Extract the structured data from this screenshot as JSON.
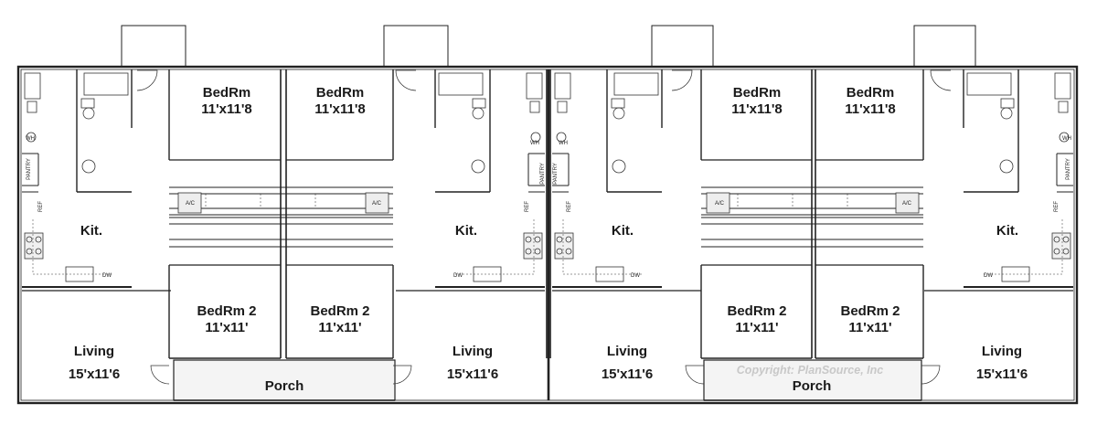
{
  "plan": {
    "rooms": {
      "bedrooms": [
        {
          "name": "BedRm",
          "size": "11'x11'8"
        },
        {
          "name": "BedRm",
          "size": "11'x11'8"
        },
        {
          "name": "BedRm",
          "size": "11'x11'8"
        },
        {
          "name": "BedRm",
          "size": "11'x11'8"
        }
      ],
      "bedrooms2": [
        {
          "name": "BedRm 2",
          "size": "11'x11'"
        },
        {
          "name": "BedRm 2",
          "size": "11'x11'"
        },
        {
          "name": "BedRm 2",
          "size": "11'x11'"
        },
        {
          "name": "BedRm 2",
          "size": "11'x11'"
        }
      ],
      "kitchens": [
        "Kit.",
        "Kit.",
        "Kit.",
        "Kit."
      ],
      "living": [
        {
          "name": "Living",
          "size": "15'x11'6"
        },
        {
          "name": "Living",
          "size": "15'x11'6"
        },
        {
          "name": "Living",
          "size": "15'x11'6"
        },
        {
          "name": "Living",
          "size": "15'x11'6"
        }
      ],
      "porches": [
        "Porch",
        "Porch"
      ]
    },
    "fixtures": {
      "pantry": "PANTRY",
      "ref": "REF",
      "dw": "DW",
      "ac": "A/C",
      "wh": "WH"
    },
    "copyright": "Copyright: PlanSource, Inc"
  }
}
